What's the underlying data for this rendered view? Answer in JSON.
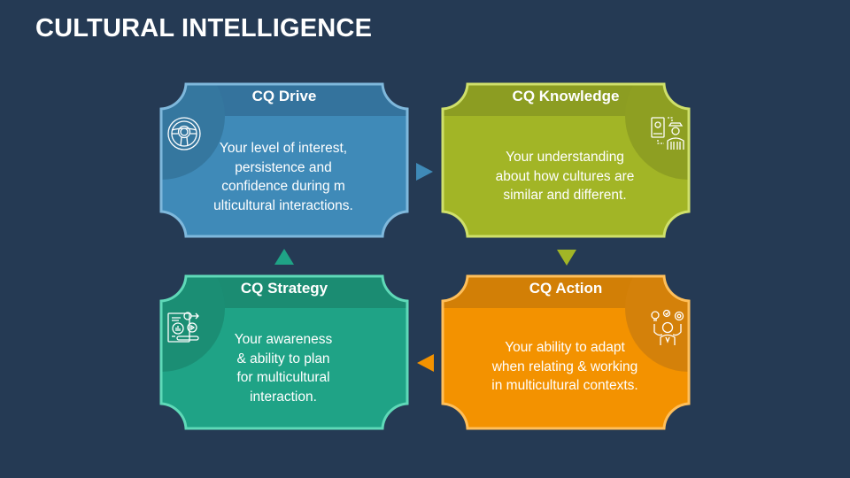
{
  "title": "CULTURAL INTELLIGENCE",
  "colors": {
    "background": "#253a54",
    "drive": "#3f8ab8",
    "knowledge": "#a2b526",
    "strategy": "#1fa386",
    "action": "#f39200"
  },
  "cards": {
    "drive": {
      "heading": "CQ Drive",
      "text_lines": [
        "Your level of interest,",
        "persistence and",
        "confidence during m",
        "ulticultural interactions."
      ],
      "icon": "steering-wheel-icon"
    },
    "knowledge": {
      "heading": "CQ Knowledge",
      "text_lines": [
        "Your understanding",
        "about how cultures are",
        "similar and different."
      ],
      "icon": "book-person-icon"
    },
    "strategy": {
      "heading": "CQ Strategy",
      "text_lines": [
        "Your awareness",
        "& ability to plan",
        "for multicultural",
        "interaction."
      ],
      "icon": "strategy-clipboard-icon"
    },
    "action": {
      "heading": "CQ Action",
      "text_lines": [
        "Your ability to adapt",
        "when relating & working",
        "in multicultural contexts."
      ],
      "icon": "person-ideas-icon"
    }
  },
  "arrows": [
    {
      "from": "CQ Drive",
      "to": "CQ Knowledge",
      "direction": "right"
    },
    {
      "from": "CQ Knowledge",
      "to": "CQ Action",
      "direction": "down"
    },
    {
      "from": "CQ Action",
      "to": "CQ Strategy",
      "direction": "left"
    },
    {
      "from": "CQ Strategy",
      "to": "CQ Drive",
      "direction": "up"
    }
  ]
}
